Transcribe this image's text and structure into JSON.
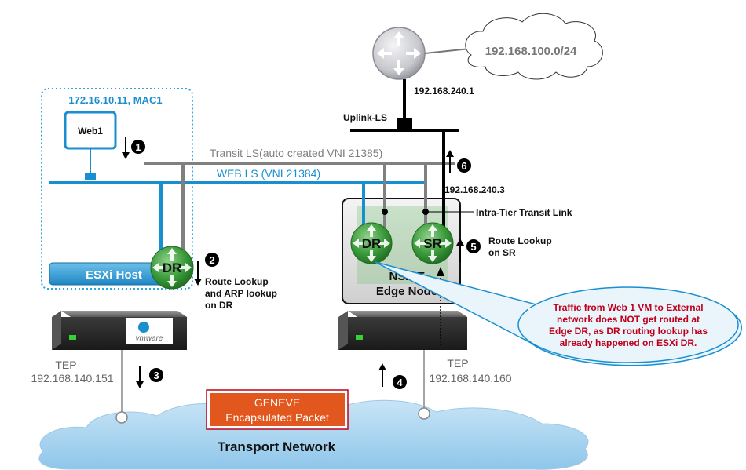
{
  "vm": {
    "ip_mac": "172.16.10.11, MAC1",
    "name": "Web1"
  },
  "hosts": {
    "esxi_label": "ESXi Host",
    "vmware_logo_text": "vmware",
    "edge_label_line1": "NSX-T",
    "edge_label_line2": "Edge Node"
  },
  "routers": {
    "dr_label": "DR",
    "sr_label": "SR"
  },
  "segments": {
    "transit_ls": "Transit LS(auto created VNI 21385)",
    "web_ls": "WEB LS (VNI 21384)",
    "uplink_ls": "Uplink-LS",
    "intra_tier_transit": "Intra-Tier Transit Link"
  },
  "external": {
    "network": "192.168.100.0/24",
    "router_ip": "192.168.240.1",
    "sr_uplink_ip": "192.168.240.3"
  },
  "teps": {
    "label": "TEP",
    "esxi_ip": "192.168.140.151",
    "edge_ip": "192.168.140.160"
  },
  "steps": [
    {
      "num": "1",
      "text": []
    },
    {
      "num": "2",
      "text": [
        "Route Lookup",
        "and ARP lookup",
        "on DR"
      ]
    },
    {
      "num": "3",
      "text": []
    },
    {
      "num": "4",
      "text": []
    },
    {
      "num": "5",
      "text": [
        "Route Lookup",
        "on SR"
      ]
    },
    {
      "num": "6",
      "text": []
    }
  ],
  "callout": {
    "lines": [
      "Traffic from Web 1 VM to External",
      "network does NOT get routed at",
      "Edge DR, as DR routing lookup has",
      "already happened on ESXi DR."
    ]
  },
  "geneve": {
    "line1": "GENEVE",
    "line2": "Encapsulated Packet"
  },
  "transport_network": "Transport Network",
  "colors": {
    "web_ls": "#1a8fd0",
    "transit_ls": "#7f7f7f",
    "vm_label": "#1a8fd0",
    "callout_text": "#c0001a",
    "geneve_fill": "#e2571e",
    "router_green": "#3a9a3a",
    "cloud_blue": "#a9d3ee"
  }
}
